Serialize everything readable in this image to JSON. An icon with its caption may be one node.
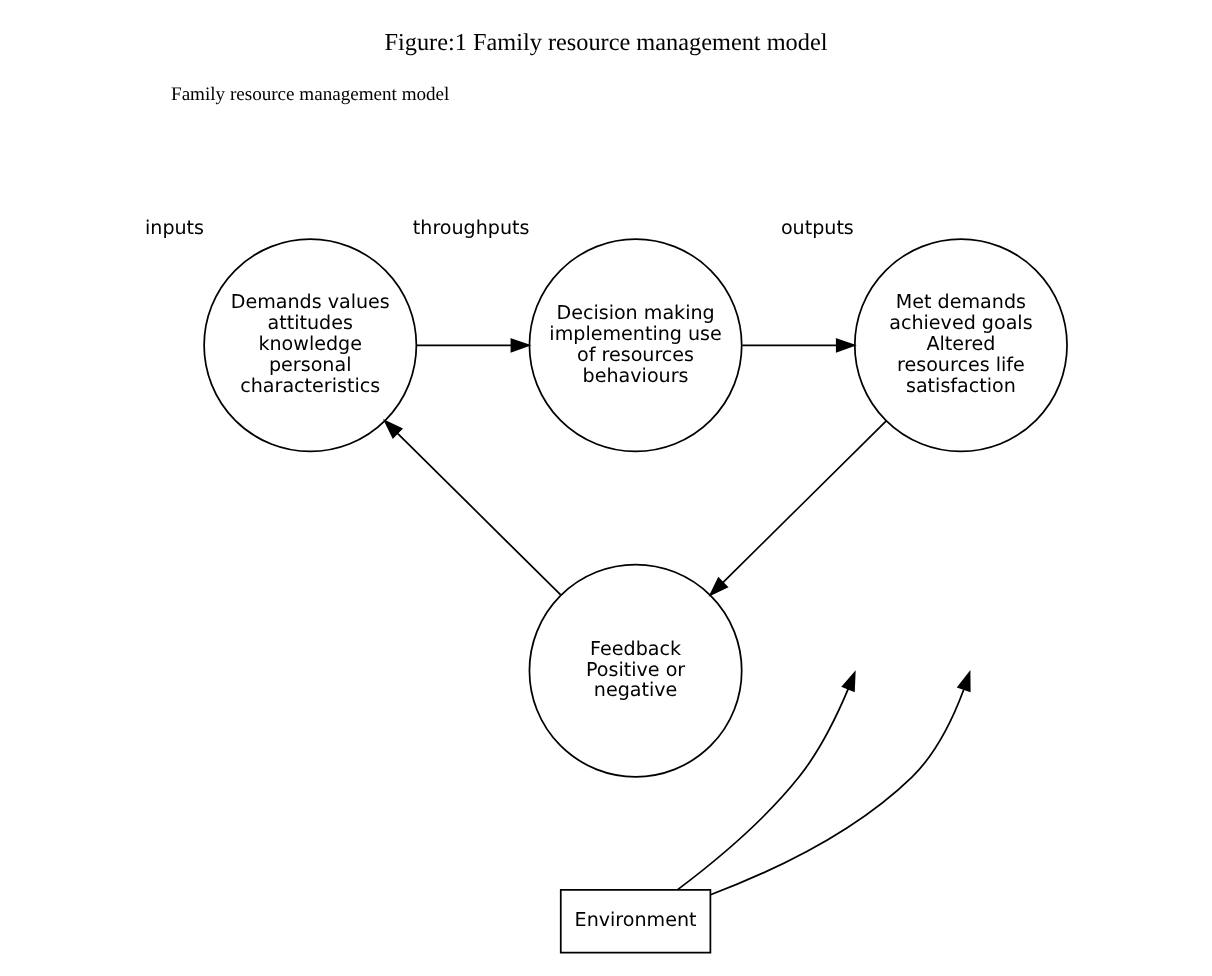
{
  "diagram": {
    "title": "Figure:1 Family resource management model",
    "nodes": [
      {
        "text": [
          "Demands values attitudes knowledge personal characteristics"
        ],
        "beside": [
          "inputs"
        ]
      },
      {
        "text": [
          "Decision making implementing use of resources behaviours"
        ],
        "beside": [
          "throughputs"
        ]
      },
      {
        "text": [
          "Met demands achieved goals Altered resources life satisfaction"
        ],
        "beside": [
          "outputs"
        ]
      },
      {
        "text": [
          "Feedback",
          "Positive or  negative"
        ]
      },
      {
        "text": [
          "Environment"
        ]
      }
    ],
    "edges": [
      {
        "from": 0,
        "to": 1,
        "arrow": "to"
      },
      {
        "from": 1,
        "to": 2,
        "arrow": "to"
      },
      {
        "from": 2,
        "to": 3,
        "arrow": "to"
      },
      {
        "from": 3,
        "to": 0,
        "arrow": "to"
      },
      {
        "from": 4,
        "to": null,
        "arrow": "to"
      },
      {
        "from": 4,
        "to": null,
        "arrow": "to"
      }
    ],
    "labels": [
      "Family resource management model"
    ]
  }
}
